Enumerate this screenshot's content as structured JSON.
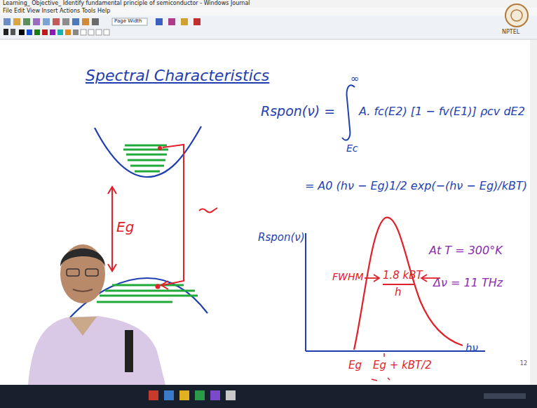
{
  "diagram": {
    "title": "Spectral Characteristics",
    "labels": [
      "Learning_ Objective_ Identify fundamental principle of semiconductor - Windows Journal",
      "File Edit View Insert Actions Tools Help",
      "Page Width",
      "NPTEL",
      "Rspon(ν) =",
      "∞",
      "Ec",
      "A. fc(E2) [1 − fv(E1)] ρcv dE2",
      "= A0 (hν − Eg)1/2 exp(−(hν − Eg)/kBT)",
      "Eg",
      "Rspon(ν)",
      "FWHM",
      "1.8 kBT",
      "h",
      "At T = 300°K",
      "Δν = 11 THz",
      "Eg",
      "Eg + kBT/2",
      "hν",
      "12"
    ]
  }
}
